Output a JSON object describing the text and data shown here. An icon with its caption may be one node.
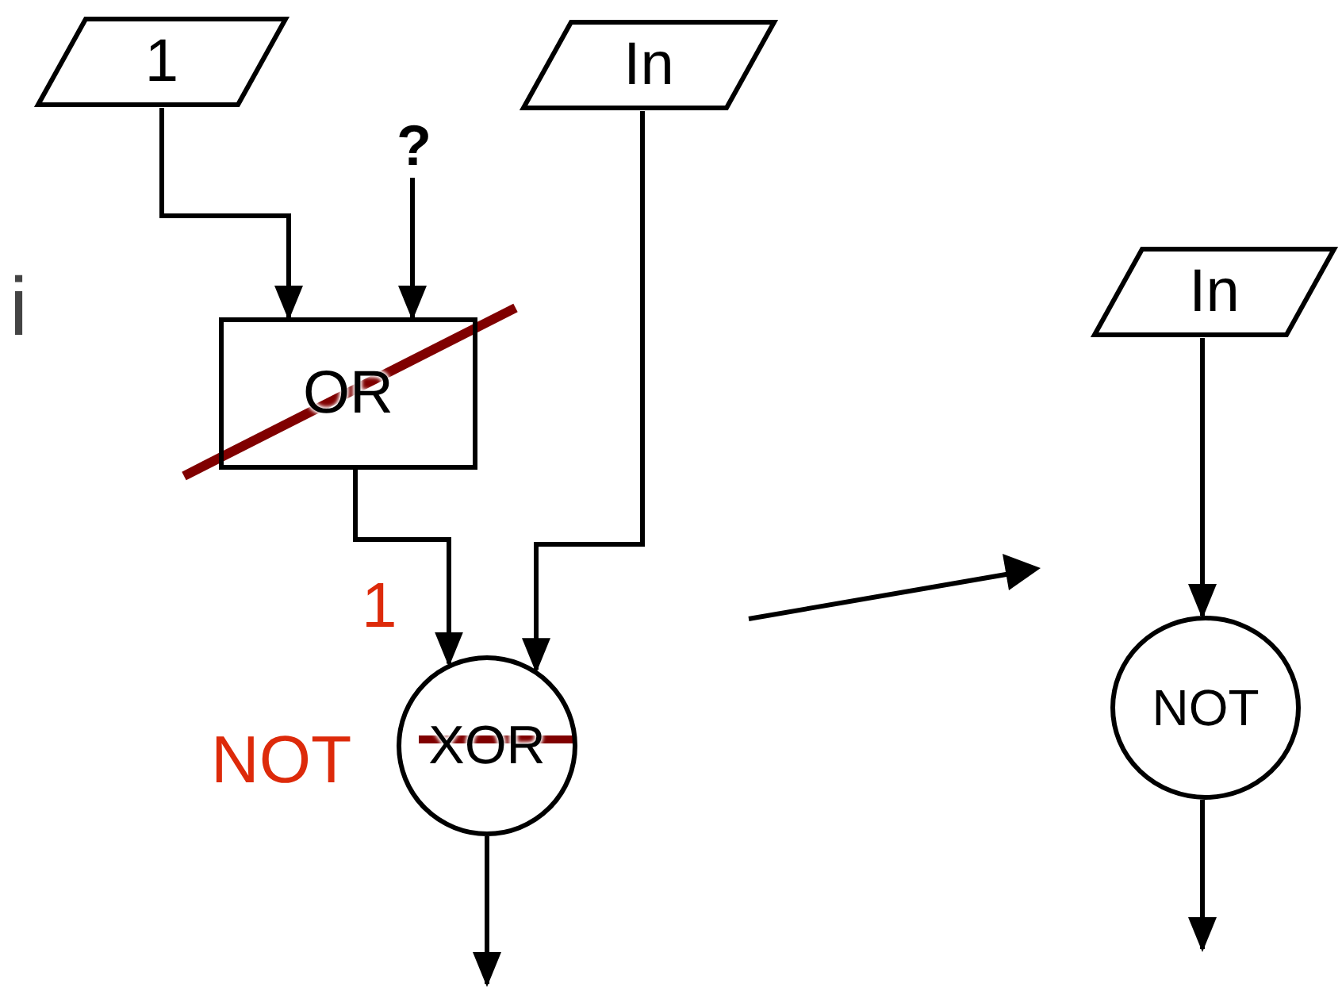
{
  "diagram": {
    "nodes": [
      {
        "text": [
          "1"
        ]
      },
      {
        "text": [
          "In"
        ]
      },
      {
        "text": [
          "?"
        ]
      },
      {
        "text": [
          "OR"
        ]
      },
      {
        "text": [
          "XOR"
        ],
        "beside": [
          "NOT"
        ]
      },
      {
        "text": [
          "In"
        ]
      },
      {
        "text": [
          "NOT"
        ]
      }
    ],
    "edges": [
      {
        "from": 0,
        "to": 3,
        "arrow": "to"
      },
      {
        "from": 2,
        "to": 3,
        "arrow": "to"
      },
      {
        "from": 3,
        "to": 4,
        "arrow": "to",
        "label": "1"
      },
      {
        "from": 1,
        "to": 4,
        "arrow": "to"
      },
      {
        "from": 4,
        "to": null,
        "arrow": "to"
      },
      {
        "from": 5,
        "to": 6,
        "arrow": "to"
      },
      {
        "from": 6,
        "to": null,
        "arrow": "to"
      }
    ],
    "labels": [
      "i"
    ]
  }
}
